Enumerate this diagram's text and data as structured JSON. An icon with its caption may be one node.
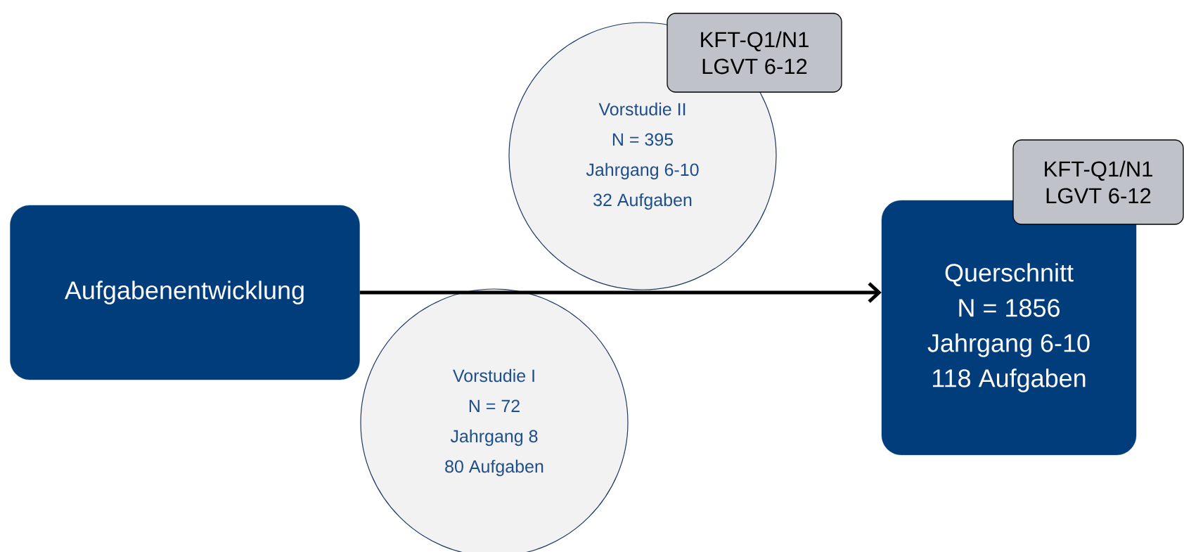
{
  "diagram": {
    "nodes": [
      {
        "text": [
          "Aufgabenentwicklung"
        ]
      },
      {
        "text": [
          "Vorstudie I",
          "N = 72",
          "Jahrgang 8",
          "80 Aufgaben"
        ]
      },
      {
        "text": [
          "Vorstudie II",
          "N = 395",
          "Jahrgang 6-10",
          "32 Aufgaben"
        ]
      },
      {
        "text": [
          "Querschnitt",
          "N = 1856",
          "Jahrgang 6-10",
          "118 Aufgaben"
        ]
      },
      {
        "text": [
          "KFT-Q1/N1",
          "LGVT 6-12"
        ]
      },
      {
        "text": [
          "KFT-Q1/N1",
          "LGVT 6-12"
        ]
      }
    ],
    "edges": [
      {
        "from": 0,
        "to": 3,
        "arrow": "to"
      }
    ]
  }
}
